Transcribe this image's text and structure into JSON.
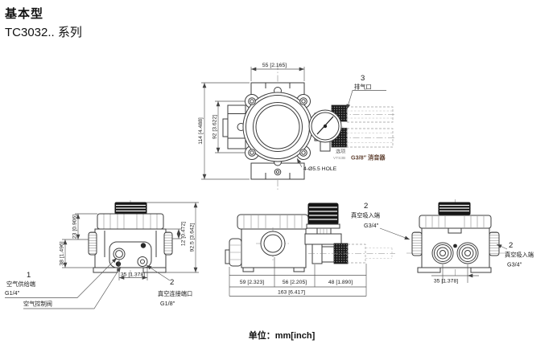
{
  "title": {
    "line1": "基本型",
    "line2": "TC3032.. 系列"
  },
  "footer": {
    "units": "单位：mm[inch]"
  },
  "colors": {
    "line": "#3c3c3c",
    "dim": "#555555",
    "dashed": "#9a9a9a",
    "option_accent": "#5f4030",
    "knurl": "#1b1b1b"
  },
  "front_view": {
    "dim_width": "55 [2.165]",
    "dim_height_total": "114 [4.488]",
    "dim_height_holes": "92 [3.622]",
    "hole_note": "4-Ø5.5 HOLE",
    "callout_3": {
      "num": "3",
      "label": "排气口"
    },
    "option": {
      "prefix": "选项",
      "model": "VTS3B",
      "part": "G3/8″ 消音器"
    }
  },
  "rear_view": {
    "dim_23": "23 [0.906]",
    "dim_38": "38 [1.496]",
    "dim_12": "12 [0.472]",
    "dim_height": "92.5 [3.642]",
    "dim_35": "35 [1.378]",
    "callout_1": {
      "num": "1",
      "label": "空气供给端",
      "thread": "G1/4″"
    },
    "valve_label": "空气控制阀",
    "callout_2": {
      "num": "2",
      "label": "真空连接端口",
      "thread": "G1/8″"
    }
  },
  "side_view": {
    "dim_59": "59 [2.323]",
    "dim_56": "56 [2.205]",
    "dim_48": "48 [1.890]",
    "dim_total": "163 [6.417]",
    "callout_2": {
      "num": "2",
      "label": "真空吸入端",
      "thread": "G3/4″"
    }
  },
  "end_view": {
    "dim_35": "35 [1.378]",
    "callout_2": {
      "num": "2",
      "label": "真空吸入端",
      "thread": "G3/4″"
    }
  }
}
